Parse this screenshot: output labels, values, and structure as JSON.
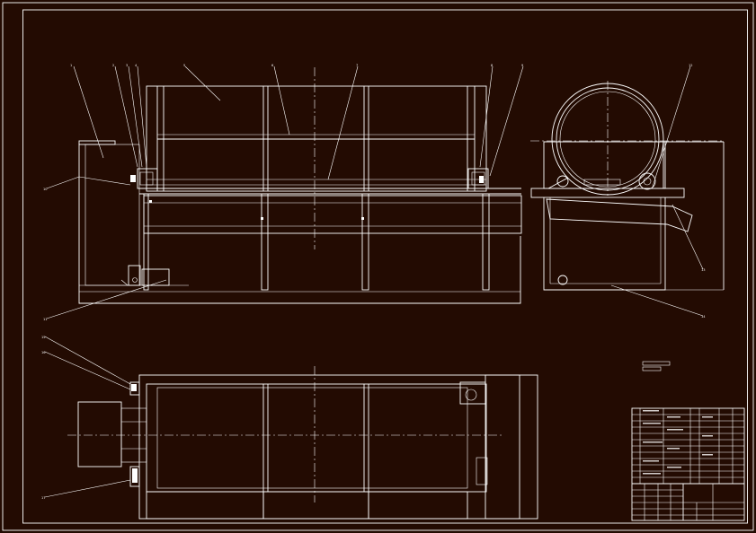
{
  "drawing": {
    "background_color": "#230b02",
    "line_color": "#ffffff",
    "views": [
      "front-view",
      "side-view",
      "top-view"
    ],
    "dimensions": {
      "front_total_length": "",
      "side_height": "",
      "top_width": ""
    },
    "technical_notes": {
      "title": "",
      "lines": [
        "",
        ""
      ]
    },
    "title_block": {
      "drawing_name": "",
      "scale": "",
      "rows": []
    }
  }
}
